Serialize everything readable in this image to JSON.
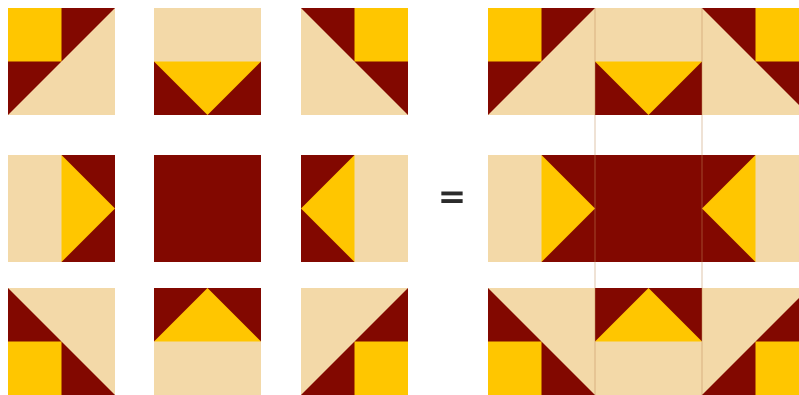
{
  "equation": {
    "equals_sign": "="
  },
  "colors": {
    "maroon": "#820800",
    "gold": "#ffc600",
    "tan": "#f3d9a8",
    "seam": "#c08a57",
    "background": "#ffffff",
    "equals": "#2b2b2b"
  },
  "pieces": [
    {
      "name": "piece-top-left",
      "row": 0,
      "col": 0,
      "pattern": "corner-tl"
    },
    {
      "name": "piece-top-center",
      "row": 0,
      "col": 1,
      "pattern": "edge-bottom"
    },
    {
      "name": "piece-top-right",
      "row": 0,
      "col": 2,
      "pattern": "corner-tr"
    },
    {
      "name": "piece-middle-left",
      "row": 1,
      "col": 0,
      "pattern": "edge-right"
    },
    {
      "name": "piece-center",
      "row": 1,
      "col": 1,
      "pattern": "solid"
    },
    {
      "name": "piece-middle-right",
      "row": 1,
      "col": 2,
      "pattern": "edge-left"
    },
    {
      "name": "piece-bottom-left",
      "row": 2,
      "col": 0,
      "pattern": "corner-bl"
    },
    {
      "name": "piece-bottom-center",
      "row": 2,
      "col": 1,
      "pattern": "edge-top"
    },
    {
      "name": "piece-bottom-right",
      "row": 2,
      "col": 2,
      "pattern": "corner-br"
    }
  ]
}
